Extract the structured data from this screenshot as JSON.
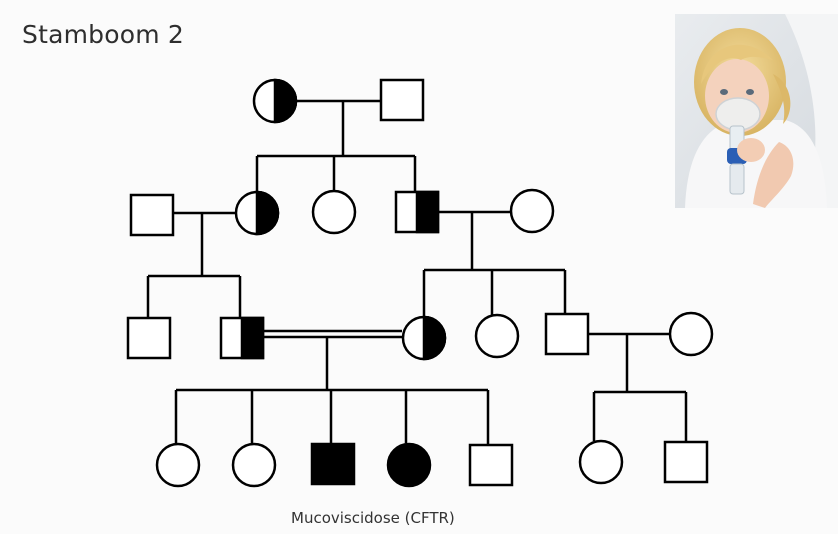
{
  "title": "Stamboom 2",
  "caption": "Mucoviscidose (CFTR)",
  "photo": {
    "icon": "child-with-nebulizer-photo"
  },
  "colors": {
    "line": "#000000",
    "fill": "#000000",
    "background": "#fbfbfb"
  },
  "pedigree": {
    "generations": 4,
    "individuals": [
      {
        "id": "I-1",
        "sex": "female",
        "status": "carrier"
      },
      {
        "id": "I-2",
        "sex": "male",
        "status": "unaffected"
      },
      {
        "id": "II-1",
        "sex": "male",
        "status": "unaffected"
      },
      {
        "id": "II-2",
        "sex": "female",
        "status": "carrier"
      },
      {
        "id": "II-3",
        "sex": "female",
        "status": "unaffected"
      },
      {
        "id": "II-4",
        "sex": "male",
        "status": "carrier"
      },
      {
        "id": "II-5",
        "sex": "female",
        "status": "unaffected"
      },
      {
        "id": "III-1",
        "sex": "male",
        "status": "unaffected"
      },
      {
        "id": "III-2",
        "sex": "male",
        "status": "carrier"
      },
      {
        "id": "III-3",
        "sex": "female",
        "status": "carrier"
      },
      {
        "id": "III-4",
        "sex": "female",
        "status": "unaffected"
      },
      {
        "id": "III-5",
        "sex": "male",
        "status": "unaffected"
      },
      {
        "id": "III-6",
        "sex": "female",
        "status": "unaffected"
      },
      {
        "id": "IV-1",
        "sex": "female",
        "status": "unaffected"
      },
      {
        "id": "IV-2",
        "sex": "female",
        "status": "unaffected"
      },
      {
        "id": "IV-3",
        "sex": "male",
        "status": "affected"
      },
      {
        "id": "IV-4",
        "sex": "female",
        "status": "affected"
      },
      {
        "id": "IV-5",
        "sex": "male",
        "status": "unaffected"
      },
      {
        "id": "IV-6",
        "sex": "female",
        "status": "unaffected"
      },
      {
        "id": "IV-7",
        "sex": "male",
        "status": "unaffected"
      }
    ],
    "consanguineous_union": [
      "III-2",
      "III-3"
    ]
  }
}
